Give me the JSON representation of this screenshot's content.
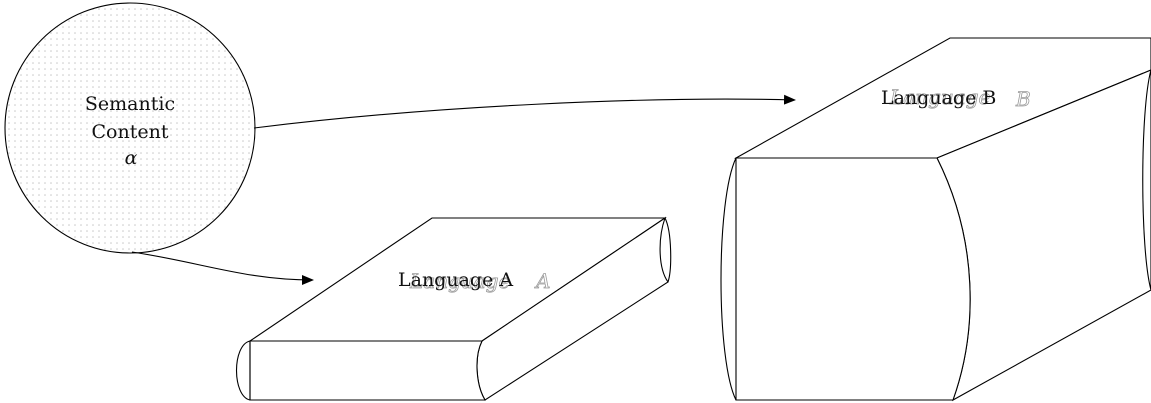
{
  "semantic_circle": {
    "line1": "Semantic",
    "line2": "Content",
    "symbol": "α"
  },
  "book_a": {
    "label": "Language A",
    "script_word": "Language",
    "script_letter": "A"
  },
  "book_b": {
    "label": "Language B",
    "script_word": "Language",
    "script_letter": "B"
  }
}
